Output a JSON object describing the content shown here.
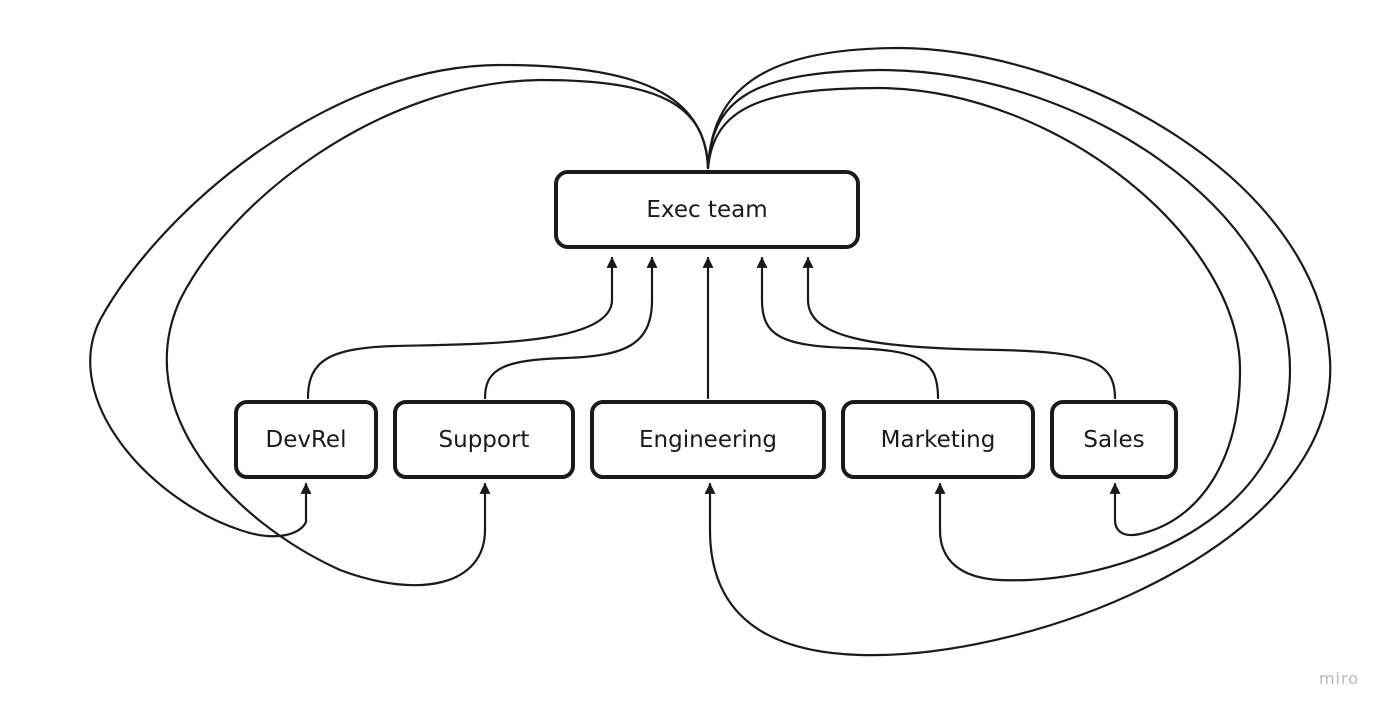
{
  "diagram": {
    "nodes": [
      {
        "id": "exec",
        "label": "Exec team"
      },
      {
        "id": "devrel",
        "label": "DevRel"
      },
      {
        "id": "support",
        "label": "Support"
      },
      {
        "id": "engineering",
        "label": "Engineering"
      },
      {
        "id": "marketing",
        "label": "Marketing"
      },
      {
        "id": "sales",
        "label": "Sales"
      }
    ],
    "edges": [
      {
        "from": "devrel",
        "to": "exec"
      },
      {
        "from": "support",
        "to": "exec"
      },
      {
        "from": "engineering",
        "to": "exec"
      },
      {
        "from": "marketing",
        "to": "exec"
      },
      {
        "from": "sales",
        "to": "exec"
      },
      {
        "from": "exec",
        "to": "devrel"
      },
      {
        "from": "exec",
        "to": "support"
      },
      {
        "from": "exec",
        "to": "engineering"
      },
      {
        "from": "exec",
        "to": "marketing"
      },
      {
        "from": "exec",
        "to": "sales"
      }
    ],
    "colors": {
      "stroke": "#1a1a1a",
      "background": "#ffffff",
      "watermark": "#b8b8b8"
    }
  },
  "watermark": "miro"
}
